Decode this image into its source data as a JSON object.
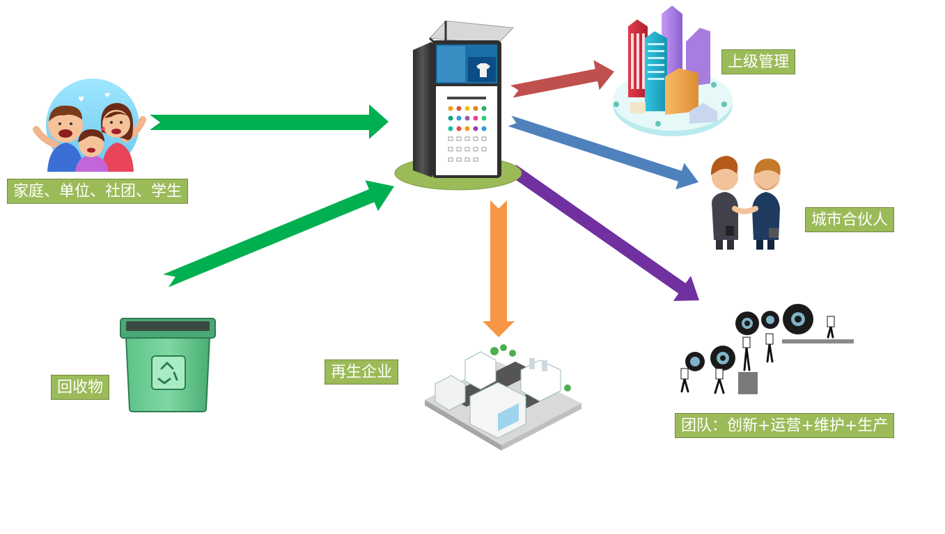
{
  "labels": {
    "families": "家庭、单位、社团、学生",
    "recyclables": "回收物",
    "recycling_company": "再生企业",
    "superior_management": "上级管理",
    "city_partner": "城市合伙人",
    "team": "团队：创新+运营+维护+生产"
  },
  "colors": {
    "label_bg": "#9bbb59",
    "arrow_green": "#00b050",
    "arrow_red": "#c0504d",
    "arrow_blue": "#4f81bd",
    "arrow_purple": "#7030a0",
    "arrow_orange": "#f79646"
  },
  "icons": {
    "families": "family-illustration-icon",
    "recyclables": "recycle-bin-icon",
    "machine": "recycling-machine-icon",
    "city": "city-buildings-icon",
    "partner": "handshake-icon",
    "team": "gears-team-icon",
    "factory": "factory-city-icon"
  }
}
